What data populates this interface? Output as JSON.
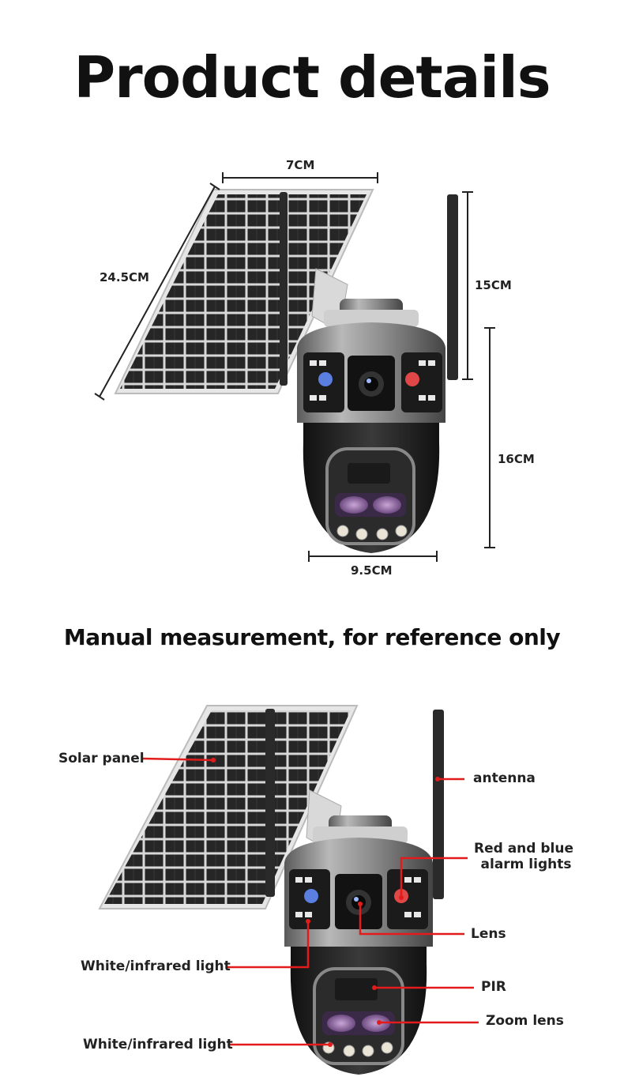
{
  "title": "Product details",
  "subtitle": "Manual measurement, for reference only",
  "dimensions": {
    "top_width": "7CM",
    "panel_length": "24.5CM",
    "antenna_height": "15CM",
    "body_height": "16CM",
    "base_width": "9.5CM"
  },
  "labels": {
    "solar_panel": "Solar panel",
    "antenna": "antenna",
    "alarm_lights_line1": "Red and blue",
    "alarm_lights_line2": "alarm lights",
    "lens": "Lens",
    "white_ir_light_1": "White/infrared light",
    "pir": "PIR",
    "zoom_lens": "Zoom lens",
    "white_ir_light_2": "White/infrared light"
  },
  "colors": {
    "leader_line": "#e21b1b",
    "panel_cell": "#2a2a2a",
    "camera_gray": "#8c8c8c",
    "camera_dark": "#1c1c1c",
    "ir_purple": "#7a4d8a"
  }
}
